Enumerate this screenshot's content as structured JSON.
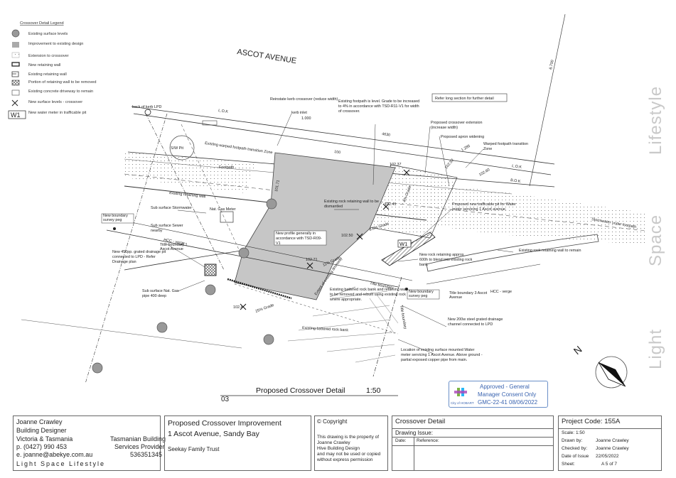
{
  "legend": {
    "title": "Crossover Detail Legend",
    "items": [
      {
        "symbol": "circle-grey",
        "label": "Existing surface levels"
      },
      {
        "symbol": "square-grey",
        "label": "Improvement to existing design"
      },
      {
        "symbol": "square-dotted",
        "label": "Extension to crossover"
      },
      {
        "symbol": "wall-line",
        "label": "New retaining wall"
      },
      {
        "symbol": "wall-existing",
        "label": "Existing retaining wall"
      },
      {
        "symbol": "wall-hatched",
        "label": "Portion of retaining wall to be removed"
      },
      {
        "symbol": "square-empty",
        "label": "Existing concrete driveway to remain"
      },
      {
        "symbol": "cross",
        "label": "New surface levels - crossover"
      },
      {
        "symbol": "W1",
        "label": "New water meter in trafficable pit"
      }
    ]
  },
  "drawing": {
    "street": "ASCOT AVENUE",
    "dim_top": "6.700",
    "labels": {
      "lok": "L.O.K",
      "bok": "B.O.K",
      "back_of_kerb": "back of kerb LPD",
      "sw_pit": "S/W Pit",
      "footpath": "Footpath",
      "warped_footpath_left": "Existing warped footpath transition Zone",
      "reinstate_kerb": "Reinstate kerb crossover (reduce width)",
      "kerb_inlet": "kerb inlet",
      "kerb_inlet_dim": "1.000",
      "existing_footpath": "Existing footpath is level. Grade to be increased to 4% in accordance with TSD-R11-V1 for width of crossover.",
      "refer_long": "Refer long section for further detail",
      "proposed_crossover": "Proposed crossover extension (increase width)",
      "proposed_apron": "Proposed apron widening",
      "warped_footpath_right": "Warped footpath transition Zone",
      "dim_4630": "4630",
      "dim_100": "100",
      "dim_1285": "1.285",
      "lvl_102_37": "102.37",
      "lvl_102_52": "102.52",
      "lvl_102_60": "102.60",
      "grade_4pct": "4% Grade",
      "lvl_101_71": "101.71",
      "existing_retaining": "existing retaining wall",
      "rock_wall_dismantled": "Existing rock retaining wall to be dismantled",
      "lvl_102_41": "102.41",
      "trafficable_pit": "Proposed new trafficable pit for Water meter servicing 1 Ascot avenue.",
      "stormwater_under": "Stormwater under footpath",
      "sub_surface_sw": "Sub surface Stormwater",
      "nat_gas_meter": "Nat. Gas Meter",
      "sub_surface_sewer": "Sub surface Sewer nearby",
      "new_profile": "New profile generally in accordance with TSD-R09-V1",
      "lvl_102_50": "102.50",
      "grade_8_6": "8.6% Grade",
      "w1": "W1",
      "existing_rock_remain": "Existing rock retaining wall to remain",
      "new_rock_wall": "New rock retaining approx 600h to blend into existing rock bank",
      "boundary_peg_left": "New boundary survey peg",
      "hcc_verge_left": "HCC - verge",
      "title_boundary_left": "Title boundary 1 Ascot Avenue",
      "new_450pp": "New 450pp. grated drainage pit connected to LPD - Refer Drainage plan",
      "lvl_102_71": "102.71",
      "grade_11": "11% Grade",
      "extent_driveway": "Extent of existing driveway",
      "title_boundary_mid": "Title boundary",
      "battered_rock": "Existing battered rock bank and retaining wall to be removed and rebuilt using existing rock where appropriate.",
      "boundary_peg_right": "New boundary survey peg",
      "title_boundary_right": "Title boundary 3 Ascot Avenue",
      "hcc_verge_right": "HCC - verge",
      "sub_surface_gas": "Sub surface Nat. Gas pipe 400 deep",
      "lvl_102_4": "102.4",
      "grade_25": "25% Grade",
      "new_200w": "New 200w steel grated drainage channel connected to LPD",
      "existing_battered": "Existing battered rock bank",
      "water_meter_loc": "Location of existing surface mounted Water meter servicing 1 Ascot Avenue. Above ground - partial exposed copper pipe from main.",
      "title_boundary_vert": "Title boundary",
      "north": "N"
    },
    "detail_number": "03",
    "detail_title": "Proposed Crossover Detail",
    "scale": "1:50"
  },
  "stamp": {
    "line1": "Approved - General",
    "line2": "Manager Consent Only",
    "line3": "GMC-22-41 08/06/2022",
    "org": "City of HOBART"
  },
  "watermark": [
    "Lifestyle",
    "Space",
    "Light"
  ],
  "title_block": {
    "designer": {
      "name": "Joanne Crawley",
      "role": "Building Designer",
      "states": "Victoria  &  Tasmania",
      "phone": "p. (0427) 990 453",
      "email": "e. joanne@abekye.com.au",
      "tas_line1": "Tasmanian Building",
      "tas_line2": "Services Provider",
      "licence": "536351345",
      "tagline": "Light   Space   Lifestyle"
    },
    "project": {
      "title": "Proposed Crossover Improvement",
      "address": "1 Ascot Avenue, Sandy Bay",
      "client": "Seekay Family Trust"
    },
    "copyright": {
      "title": "© Copyright",
      "text": [
        "This drawing is the property of",
        "Joanne Crawley",
        "Hive Building Design",
        "and may not be used or copied",
        "without express permission"
      ]
    },
    "sheet": {
      "title": "Crossover Detail",
      "issue_label": "Drawing Issue:",
      "date_col": "Date:",
      "ref_col": "Reference:"
    },
    "info": {
      "project_code": "Project Code: 155A",
      "rows": [
        {
          "label": "Scale:",
          "value": "1:50"
        },
        {
          "label": "Drawn by:",
          "value": "Joanne Crawley"
        },
        {
          "label": "Checked by:",
          "value": "Joanne Crawley"
        },
        {
          "label": "Date of Issue",
          "value": "22/05/2022"
        },
        {
          "label": "Sheet:",
          "value": "A   5  of 7"
        }
      ]
    }
  }
}
